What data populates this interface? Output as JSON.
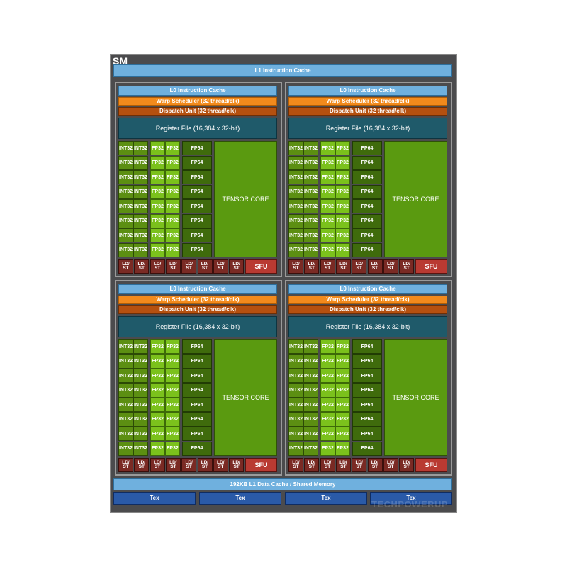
{
  "title": "SM",
  "l1_instruction_cache": "L1 Instruction Cache",
  "partition": {
    "l0_cache": "L0 Instruction Cache",
    "warp_scheduler": "Warp Scheduler (32 thread/clk)",
    "dispatch_unit": "Dispatch Unit (32 thread/clk)",
    "register_file": "Register File (16,384 x 32-bit)",
    "int32": "INT32",
    "fp32": "FP32",
    "fp64": "FP64",
    "tensor_core": "TENSOR CORE",
    "ldst": "LD/ ST",
    "sfu": "SFU"
  },
  "partition_count": 4,
  "l1_data_cache": "192KB L1 Data Cache / Shared Memory",
  "tex_units": [
    "Tex",
    "Tex",
    "Tex",
    "Tex"
  ],
  "watermark": "TECHPOWERUP",
  "colors": {
    "cache": "#6fb0de",
    "warp": "#f28a1c",
    "dispatch": "#b5500f",
    "register": "#1f5a6a",
    "int32": "#5c8f12",
    "fp32": "#7bc11c",
    "fp64": "#3f6b0c",
    "tensor": "#5a9a10",
    "ldst": "#7a2a24",
    "sfu": "#b93a32",
    "tex": "#2a5aa8"
  }
}
